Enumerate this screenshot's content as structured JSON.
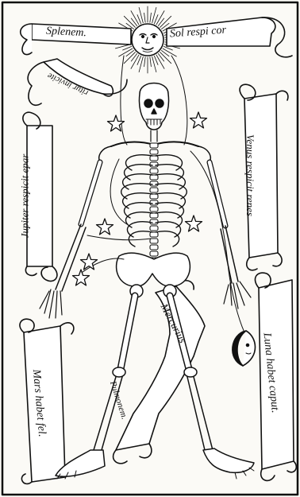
{
  "figure": {
    "type": "woodcut-illustration",
    "subject": "skeleton-with-planetary-influences",
    "ink_color": "#111111",
    "paper_color": "#fbfaf6"
  },
  "banners": {
    "saturn_line1": "Splenem.",
    "sol": "Sol respi cor",
    "saturn_line2": "ritur invicite",
    "jupiter": "Jupiter respicit epar",
    "venus": "Venus respicit renes",
    "mars": "Mars habet fel.",
    "mercurius_line1": "Mercurius",
    "mercurius_line2": "Pulmonem.",
    "luna": "Luna habet caput."
  },
  "symbols": {
    "sun": "sun-face-icon",
    "moon": "crescent-moon-face-icon",
    "stars": [
      "star-icon",
      "star-icon",
      "star-icon",
      "star-icon",
      "star-icon",
      "star-icon"
    ]
  }
}
